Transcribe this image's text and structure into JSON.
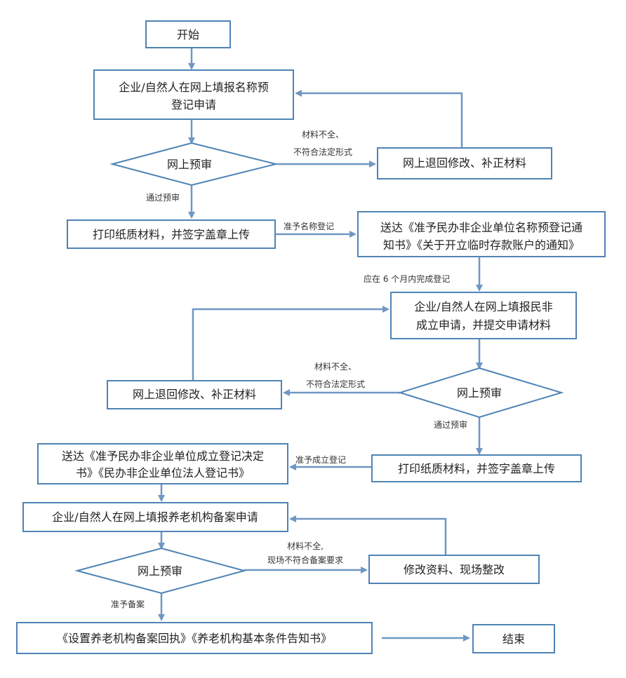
{
  "nodes": {
    "start": "开始",
    "apply_name_l1": "企业/自然人在网上填报名称预",
    "apply_name_l2": "登记申请",
    "review1": "网上预审",
    "return1": "网上退回修改、补正材料",
    "print1": "打印纸质材料，并签字盖章上传",
    "notice1_l1": "送达《准予民办非企业单位名称预登记通",
    "notice1_l2": "知书》《关于开立临时存款账户的通知》",
    "apply_est_l1": "企业/自然人在网上填报民非",
    "apply_est_l2": "成立申请，并提交申请材料",
    "review2": "网上预审",
    "return2": "网上退回修改、补正材料",
    "print2": "打印纸质材料，并签字盖章上传",
    "notice2_l1": "送达《准予民办非企业单位成立登记决定",
    "notice2_l2": "书》《民办非企业单位法人登记书》",
    "apply_record": "企业/自然人在网上填报养老机构备案申请",
    "review3": "网上预审",
    "fix3": "修改资料、现场整改",
    "receipt": "《设置养老机构备案回执》《养老机构基本条件告知书》",
    "end": "结束"
  },
  "labels": {
    "incomplete1_l1": "材料不全、",
    "incomplete1_l2": "不符合法定形式",
    "passed1": "通过预审",
    "approve_name": "准予名称登记",
    "within6": "应在 6 个月内完成登记",
    "incomplete2_l1": "材料不全、",
    "incomplete2_l2": "不符合法定形式",
    "passed2": "通过预审",
    "approve_est": "准予成立登记",
    "incomplete3_l1": "材料不全,",
    "incomplete3_l2": "现场不符合备案要求",
    "approve_record": "准予备案"
  },
  "colors": {
    "stroke": "#4f83b5",
    "arrow": "#6f97c3"
  }
}
